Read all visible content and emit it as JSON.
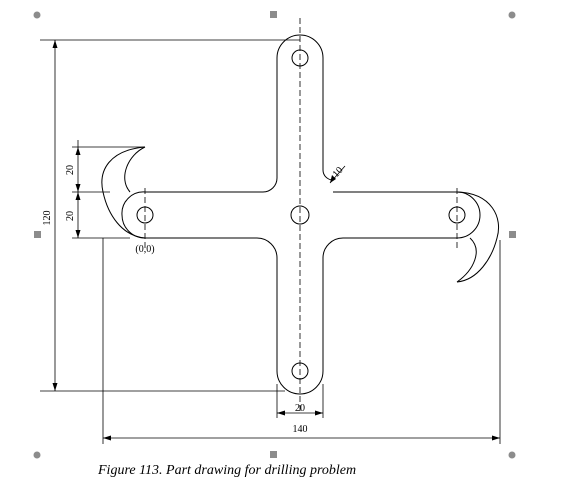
{
  "drawing": {
    "dimensions": {
      "overall_height": "120",
      "upper_gap": "20",
      "lower_gap": "20",
      "arm_width": "20",
      "radius": "10",
      "overall_width": "140"
    },
    "origin_label": "(0,0)"
  },
  "caption": "Figure 113. Part drawing for drilling problem",
  "colors": {
    "line": "#000000",
    "handle": "#8c8c8c"
  }
}
